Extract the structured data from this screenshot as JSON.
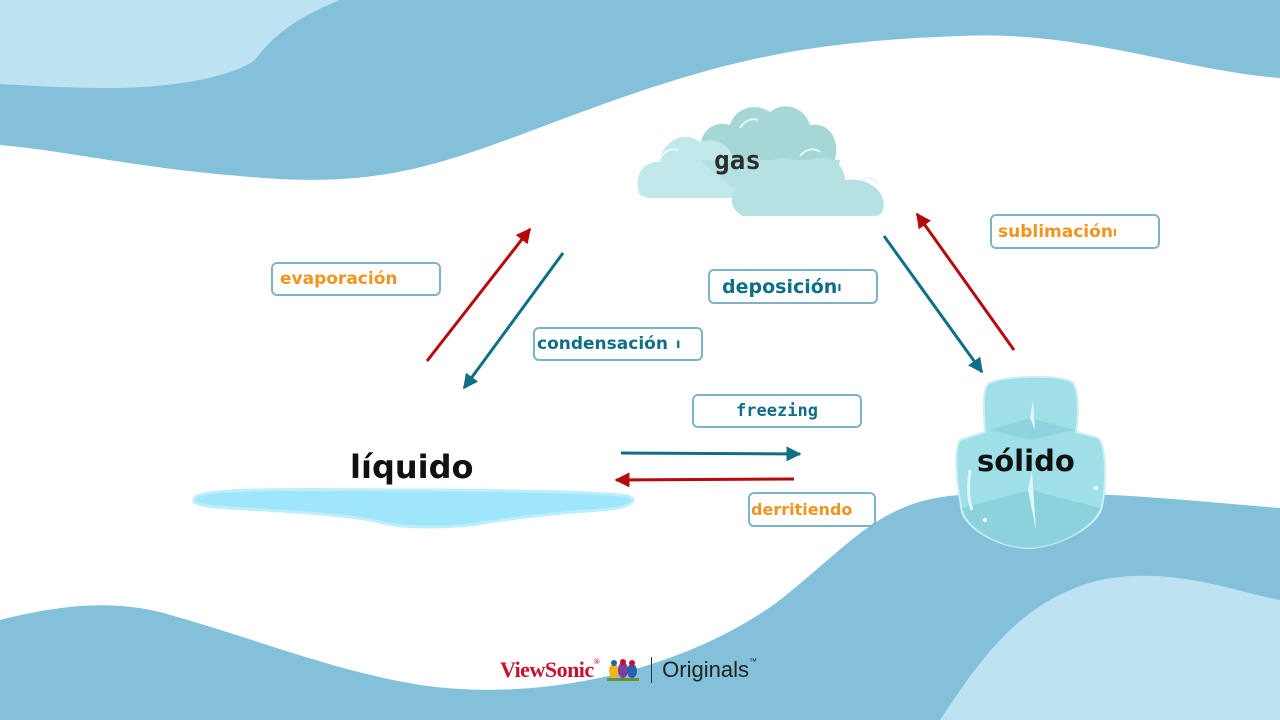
{
  "diagram": {
    "title": "States of matter phase changes",
    "states": {
      "gas": "gas",
      "liquid": "líquido",
      "solid": "sólido"
    },
    "transitions": [
      {
        "id": "evaporation",
        "label": "evaporación",
        "from": "líquido",
        "to": "gas",
        "arrow_color": "#b5090c",
        "text_color": "#f0941f"
      },
      {
        "id": "condensation",
        "label": "condensación",
        "from": "gas",
        "to": "líquido",
        "arrow_color": "#0e6f86",
        "text_color": "#0e6f86"
      },
      {
        "id": "deposition",
        "label": "deposición",
        "from": "gas",
        "to": "sólido",
        "arrow_color": "#0e6f86",
        "text_color": "#0e6f86"
      },
      {
        "id": "sublimation",
        "label": "sublimación",
        "from": "sólido",
        "to": "gas",
        "arrow_color": "#b5090c",
        "text_color": "#f0941f"
      },
      {
        "id": "freezing",
        "label": "freezing",
        "from": "líquido",
        "to": "sólido",
        "arrow_color": "#0e6f86",
        "text_color": "#0e6f86"
      },
      {
        "id": "melting",
        "label": "derritiendo",
        "from": "sólido",
        "to": "líquido",
        "arrow_color": "#b5090c",
        "text_color": "#f0941f"
      }
    ],
    "label_marks": {
      "condensation_suffix": "ı",
      "deposition_suffix": "ı",
      "sublimation_suffix": "ı"
    }
  },
  "branding": {
    "brand": "ViewSonic",
    "registered": "®",
    "product": "Originals",
    "trademark": "™"
  },
  "colors": {
    "wave_dark": "#83c0da",
    "wave_light": "#bde3f3",
    "cold_arrow": "#0e6f86",
    "warm_arrow": "#b5090c",
    "box_border": "#7fb3c8"
  }
}
